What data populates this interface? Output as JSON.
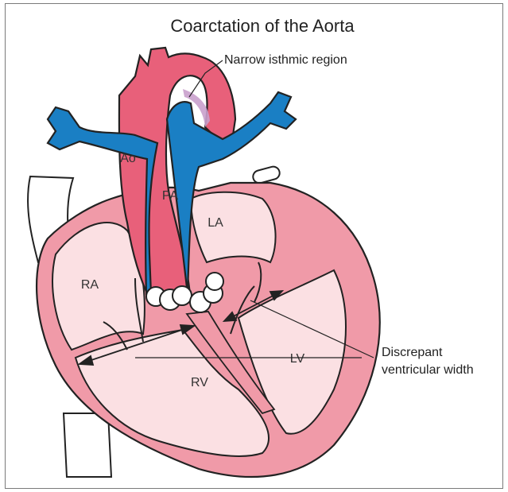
{
  "title": "Coarctation of the Aorta",
  "callouts": {
    "isthmus": "Narrow isthmic region",
    "ventricle_line1": "Discrepant",
    "ventricle_line2": "ventricular width"
  },
  "labels": {
    "ao": "Ao",
    "pa": "PA",
    "la": "LA",
    "ra": "RA",
    "rv": "RV",
    "lv": "LV"
  },
  "colors": {
    "aorta": "#e8607a",
    "pulmonary": "#1a7fc4",
    "myocardium": "#f09aa8",
    "chamber": "#fbe0e3",
    "vessel_white": "#ffffff",
    "outline": "#222222"
  }
}
